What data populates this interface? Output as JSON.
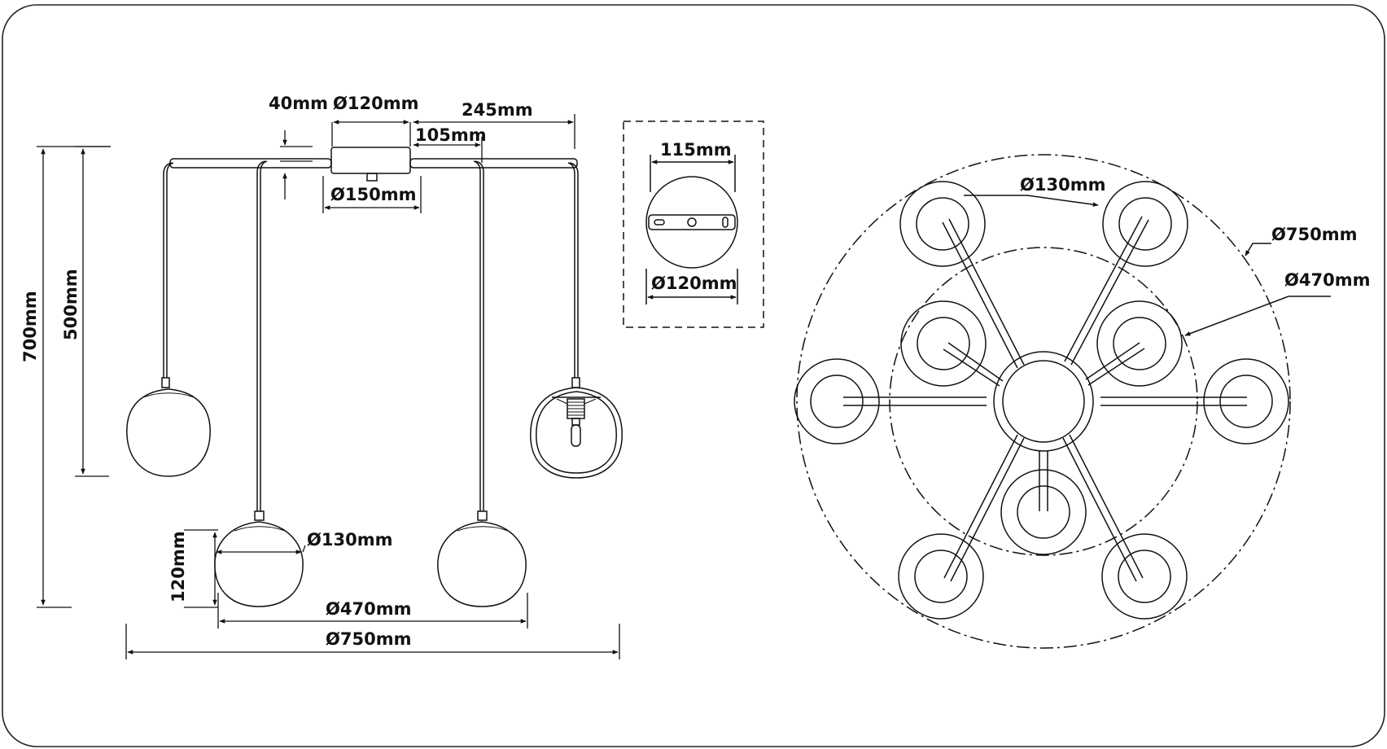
{
  "colors": {
    "ink": "#111111",
    "frame": "#222222",
    "background": "#ffffff"
  },
  "side_view": {
    "labels": {
      "canopy_depth": "40mm",
      "canopy_diameter": "Ø120mm",
      "arm_length": "245mm",
      "arm_offset": "105mm",
      "canopy_base": "Ø150mm",
      "overall_height": "700mm",
      "upper_drop": "500mm",
      "shade_height": "120mm",
      "shade_diameter": "Ø130mm",
      "inner_diameter": "Ø470mm",
      "outer_diameter": "Ø750mm"
    }
  },
  "canopy_detail": {
    "labels": {
      "plate_width": "115mm",
      "plate_diameter": "Ø120mm"
    }
  },
  "top_view": {
    "labels": {
      "shade_diameter": "Ø130mm",
      "outer_circle": "Ø750mm",
      "inner_circle": "Ø470mm"
    },
    "shade_count": 9
  }
}
